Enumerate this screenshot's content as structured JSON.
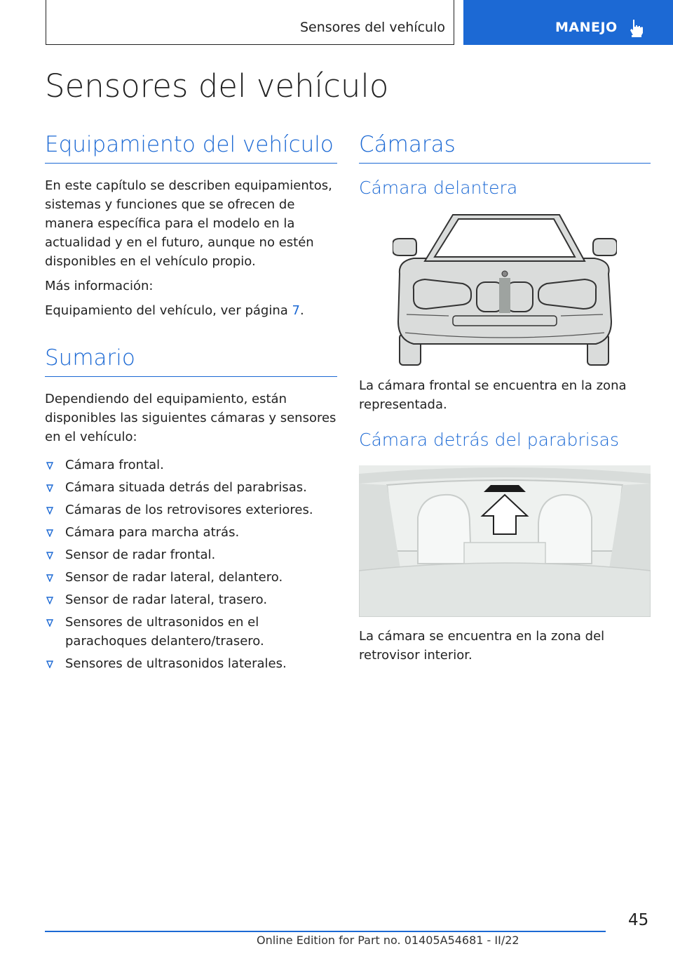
{
  "header": {
    "section_title": "Sensores del vehículo",
    "chapter_tab": "MANEJO",
    "chapter_icon": "hand-pointer-icon"
  },
  "page_title": "Sensores del vehículo",
  "left": {
    "equip_heading": "Equipamiento del vehículo",
    "equip_paragraph": "En este capítulo se describen equipamientos, sistemas y funciones que se ofrecen de manera específica para el modelo en la actualidad y en el futuro, aunque no estén disponibles en el vehículo propio.",
    "more_info": "Más información:",
    "ref_text": "Equipamiento del vehículo, ver página ",
    "ref_page": "7",
    "ref_end": ".",
    "summary_heading": "Sumario",
    "summary_intro": "Dependiendo del equipamiento, están disponibles las siguientes cámaras y sensores en el vehículo:",
    "bullets": [
      "Cámara frontal.",
      "Cámara situada detrás del parabrisas.",
      "Cámaras de los retrovisores exteriores.",
      "Cámara para marcha atrás.",
      "Sensor de radar frontal.",
      "Sensor de radar lateral, delantero.",
      "Sensor de radar lateral, trasero.",
      "Sensores de ultrasonidos en el parachoques delantero/trasero.",
      "Sensores de ultrasonidos laterales."
    ]
  },
  "right": {
    "cameras_heading": "Cámaras",
    "front_cam_heading": "Cámara delantera",
    "front_cam_caption": "La cámara frontal se encuentra en la zona representada.",
    "windshield_heading": "Cámara detrás del parabrisas",
    "windshield_caption": "La cámara se encuentra en la zona del retrovisor interior."
  },
  "footer": {
    "edition": "Online Edition for Part no. 01405A54681 - II/22",
    "page_number": "45"
  },
  "colors": {
    "accent": "#1c69d4",
    "text": "#222222"
  }
}
